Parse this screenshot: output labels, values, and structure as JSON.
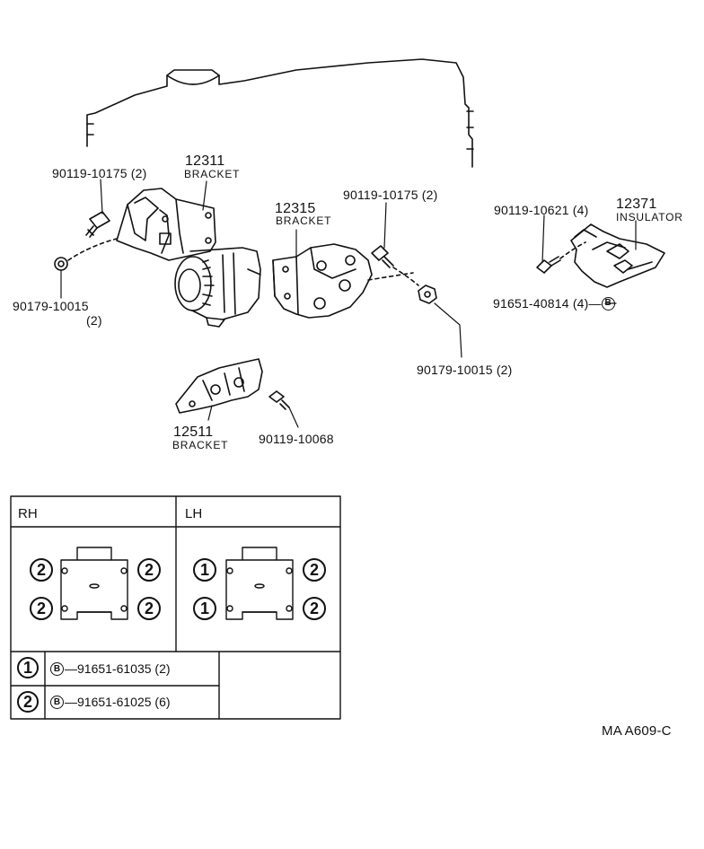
{
  "parts": {
    "bracket_12311": {
      "number": "12311",
      "name": "BRACKET"
    },
    "bracket_12315": {
      "number": "12315",
      "name": "BRACKET"
    },
    "bracket_12511": {
      "number": "12511",
      "name": "BRACKET"
    },
    "insulator_12371": {
      "number": "12371",
      "name": "INSULATOR"
    },
    "bolt_left": "90119-10175 (2)",
    "bolt_center": "90119-10175 (2)",
    "bolt_right": "90119-10621 (4)",
    "bolt_bottom": "90119-10068",
    "nut_left_1": "90179-10015",
    "nut_left_2": "(2)",
    "nut_center": "90179-10015 (2)",
    "insulator_nut_text": "91651-40814 (4)—",
    "insulator_nut_ref": "B"
  },
  "table": {
    "rh_label": "RH",
    "lh_label": "LH",
    "rh_positions": [
      "2",
      "2",
      "2",
      "2"
    ],
    "lh_positions": [
      "1",
      "2",
      "1",
      "2"
    ],
    "legend": [
      {
        "index": "1",
        "ref": "B",
        "text": "—91651-61035 (2)"
      },
      {
        "index": "2",
        "ref": "B",
        "text": "—91651-61025 (6)"
      }
    ]
  },
  "figure_code": "MA A609-C",
  "colors": {
    "ink": "#111111",
    "paper": "#ffffff"
  }
}
